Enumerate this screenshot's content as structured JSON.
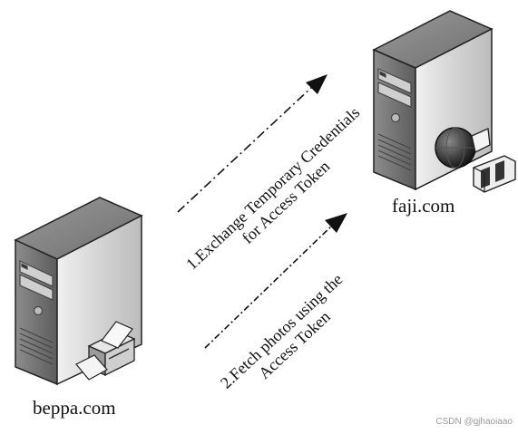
{
  "nodes": {
    "server_left": {
      "label": "beppa.com"
    },
    "server_right": {
      "label": "faji.com"
    }
  },
  "steps": [
    {
      "line1": "1.Exchange Temporary Credentials",
      "line2": "for Access Token"
    },
    {
      "line1": "2.Fetch photos using the",
      "line2": "Access Token"
    }
  ],
  "watermark": "CSDN @gjhaoiaao",
  "icons": {
    "left_server_peripheral": "printer-icon",
    "right_server_peripheral": "globe-camera-icon"
  },
  "colors": {
    "ink": "#111111",
    "server_light": "#d9d9d9",
    "server_mid": "#a8a8a8",
    "server_dark": "#4a4a4a"
  }
}
